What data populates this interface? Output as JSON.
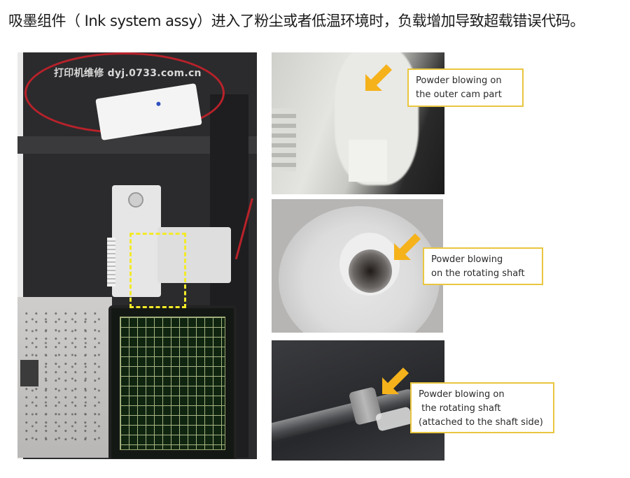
{
  "header": {
    "title": "吸墨组件（ Ink system assy）进入了粉尘或者低温环境时，负载增加导致超载错误代码。"
  },
  "left_photo": {
    "watermark": "打印机维修 dyj.0733.com.cn",
    "highlight": {
      "style": "dashed",
      "color": "#f3ea28"
    }
  },
  "panels": [
    {
      "id": "outer-cam",
      "callout": [
        "Powder blowing on",
        "the outer cam part"
      ],
      "arrow_color": "#f5b21b"
    },
    {
      "id": "rotating-shaft",
      "callout": [
        "Powder blowing",
        "on the rotating shaft"
      ],
      "arrow_color": "#f5b21b"
    },
    {
      "id": "shaft-side",
      "callout": [
        "Powder blowing on",
        " the rotating shaft",
        "(attached to the shaft side)"
      ],
      "arrow_color": "#f5b21b"
    }
  ],
  "colors": {
    "callout_border": "#e9c640",
    "arrow": "#f5b21b",
    "highlight_box": "#f3ea28"
  }
}
